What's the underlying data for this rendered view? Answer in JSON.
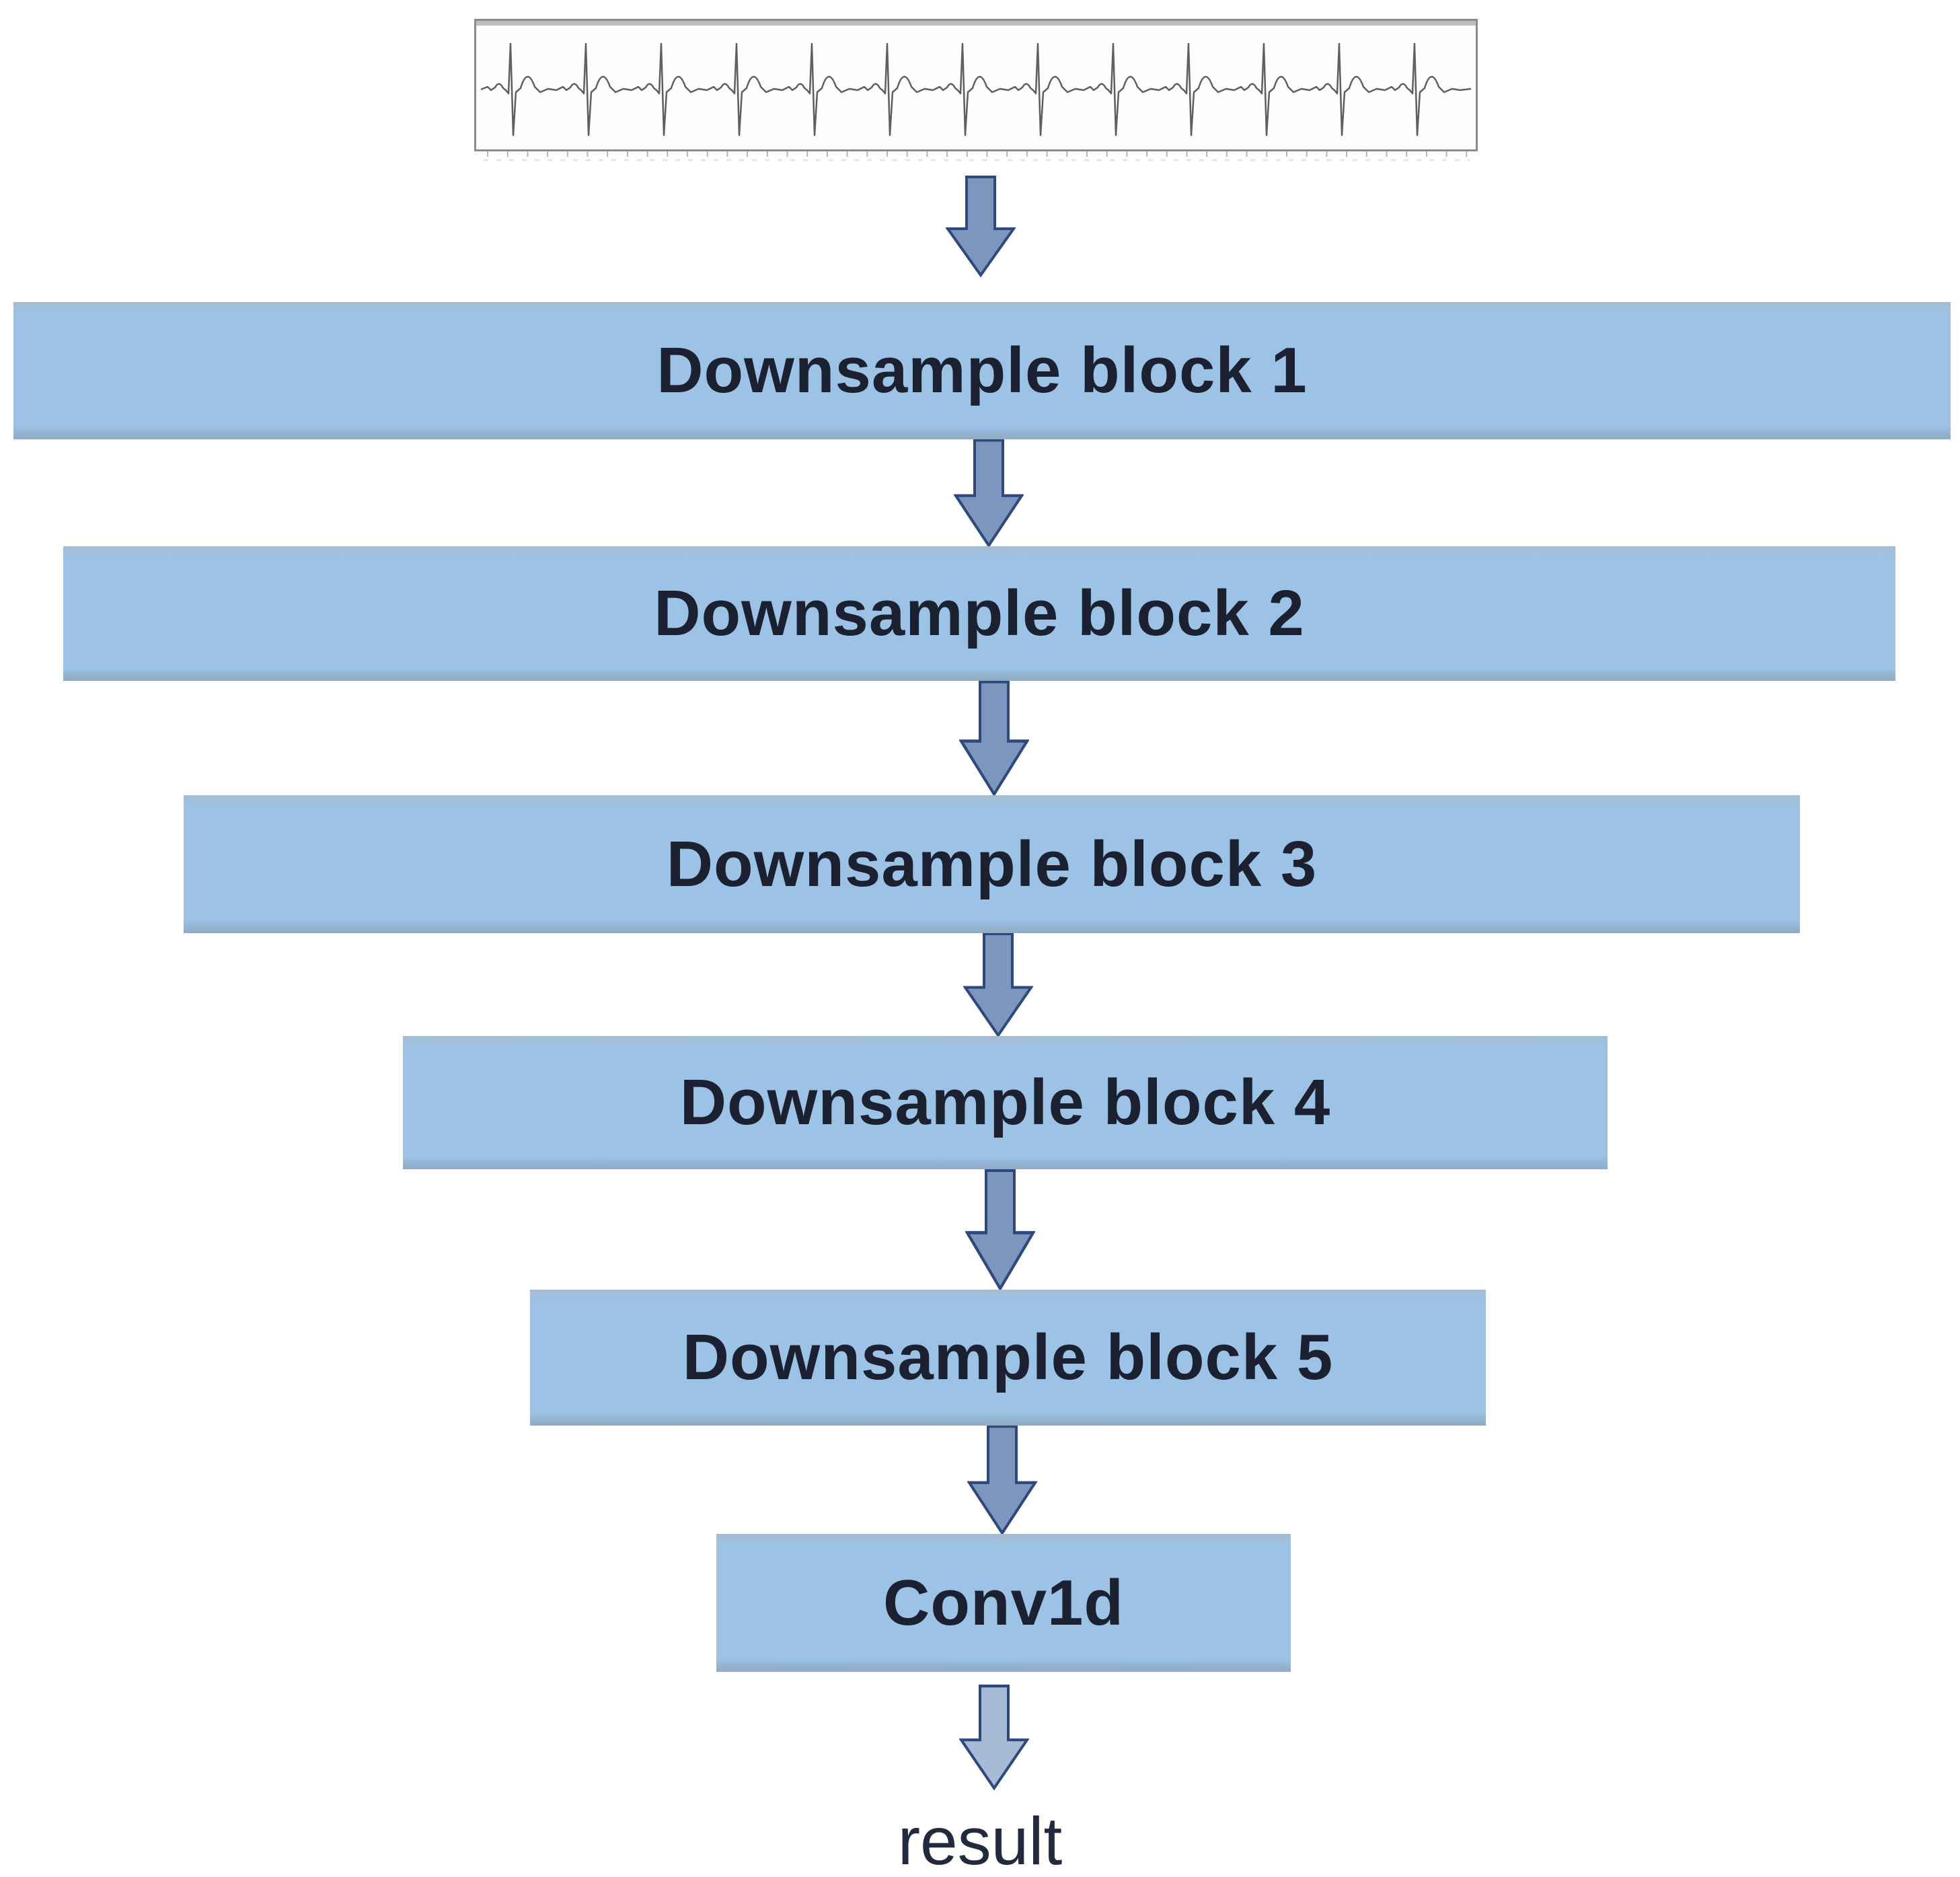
{
  "figure": {
    "input": {
      "description": "ecg-waveform-strip",
      "beats": 13
    },
    "blocks": [
      {
        "id": "downsample-block-1",
        "label": "Downsample block 1"
      },
      {
        "id": "downsample-block-2",
        "label": "Downsample block 2"
      },
      {
        "id": "downsample-block-3",
        "label": "Downsample block 3"
      },
      {
        "id": "downsample-block-4",
        "label": "Downsample block 4"
      },
      {
        "id": "downsample-block-5",
        "label": "Downsample block 5"
      },
      {
        "id": "conv1d",
        "label": "Conv1d"
      }
    ],
    "output_label": "result",
    "colors": {
      "block_fill": "#9cc3e6",
      "block_text": "#1b2130",
      "arrow_fill": "#7e96be",
      "arrow_fill_light": "#a7bbd7",
      "arrow_stroke": "#2e4a7d",
      "result_text": "#222b3d",
      "ecg_stroke": "#5f5f5f",
      "ecg_border": "#8c8c8c"
    }
  }
}
